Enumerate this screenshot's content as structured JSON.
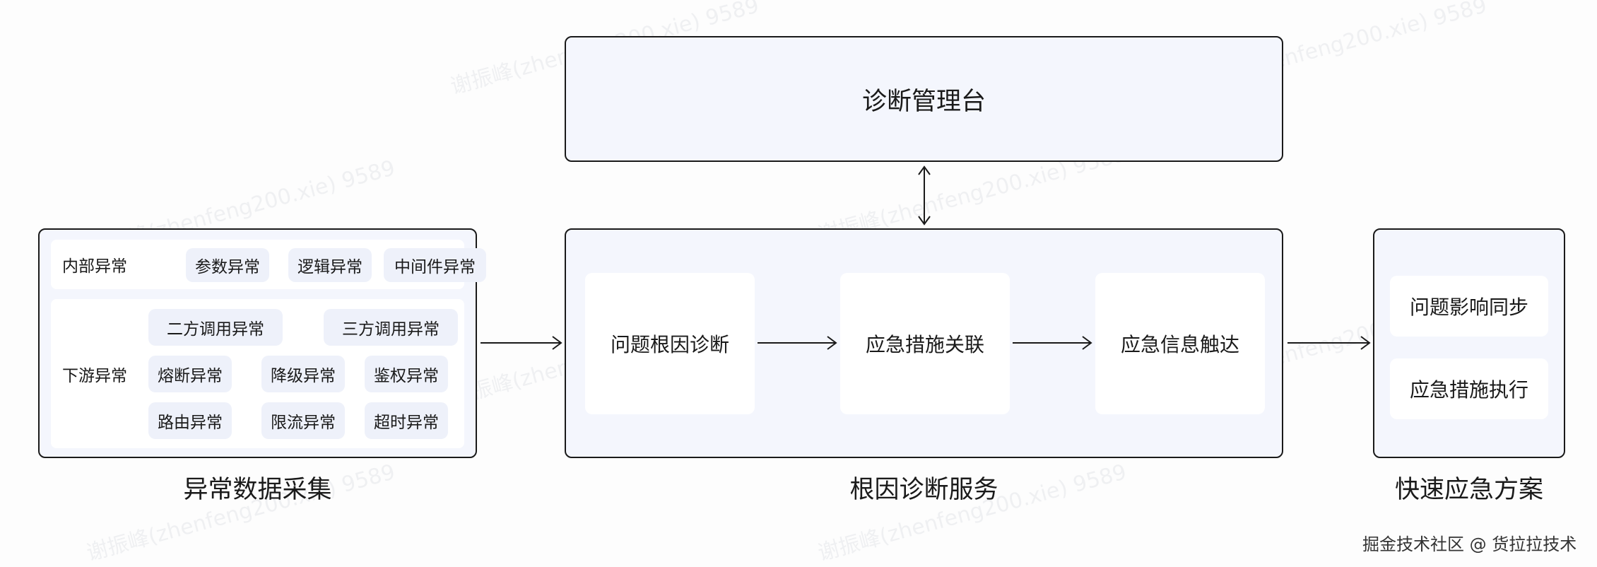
{
  "watermark": "谢振峰(zhenfeng200.xie) 9589",
  "console": {
    "title": "诊断管理台"
  },
  "collection": {
    "internal": {
      "label": "内部异常",
      "items": [
        "参数异常",
        "逻辑异常",
        "中间件异常"
      ]
    },
    "downstream": {
      "label": "下游异常",
      "row1": [
        "二方调用异常",
        "三方调用异常"
      ],
      "row2": [
        "熔断异常",
        "降级异常",
        "鉴权异常"
      ],
      "row3": [
        "路由异常",
        "限流异常",
        "超时异常"
      ]
    },
    "caption": "异常数据采集"
  },
  "diagnosis": {
    "steps": [
      "问题根因诊断",
      "应急措施关联",
      "应急信息触达"
    ],
    "caption": "根因诊断服务"
  },
  "emergency": {
    "items": [
      "问题影响同步",
      "应急措施执行"
    ],
    "caption": "快速应急方案"
  },
  "credit": "掘金技术社区 @ 货拉拉技术"
}
